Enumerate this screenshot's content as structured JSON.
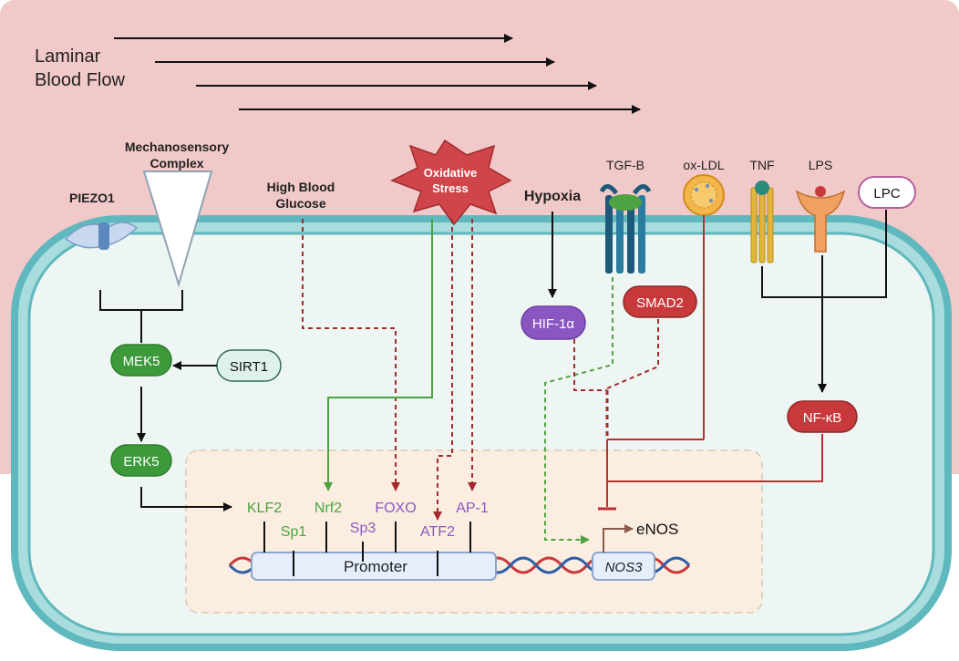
{
  "flow": {
    "label_line1": "Laminar",
    "label_line2": "Blood Flow"
  },
  "receptors": {
    "piezo1": "PIEZO1",
    "mechanosensory_line1": "Mechanosensory",
    "mechanosensory_line2": "Complex",
    "tgfb": "TGF-B",
    "oxldl": "ox-LDL",
    "tnf": "TNF",
    "lps": "LPS",
    "lpc": "LPC"
  },
  "stimuli": {
    "high_glucose_line1": "High Blood",
    "high_glucose_line2": "Glucose",
    "oxidative_line1": "Oxidative",
    "oxidative_line2": "Stress",
    "hypoxia": "Hypoxia"
  },
  "signaling": {
    "mek5": "MEK5",
    "sirt1": "SIRT1",
    "erk5": "ERK5",
    "hif1a": "HIF-1α",
    "smad2": "SMAD2",
    "nfkb": "NF-κB"
  },
  "transcription_factors": {
    "klf2": "KLF2",
    "sp1": "Sp1",
    "nrf2": "Nrf2",
    "sp3": "Sp3",
    "foxo": "FOXO",
    "atf2": "ATF2",
    "ap1": "AP-1"
  },
  "gene": {
    "promoter": "Promoter",
    "nos3": "NOS3",
    "enos": "eNOS"
  },
  "colors": {
    "blood": "#f1c9c9",
    "membrane": "#5fb8bd",
    "cytoplasm": "#eef6f3",
    "nucleus": "#fbeee0",
    "green": "#4da341",
    "red": "#b8312f",
    "purple": "#8a57c2",
    "dark_red": "#a32b2b"
  }
}
